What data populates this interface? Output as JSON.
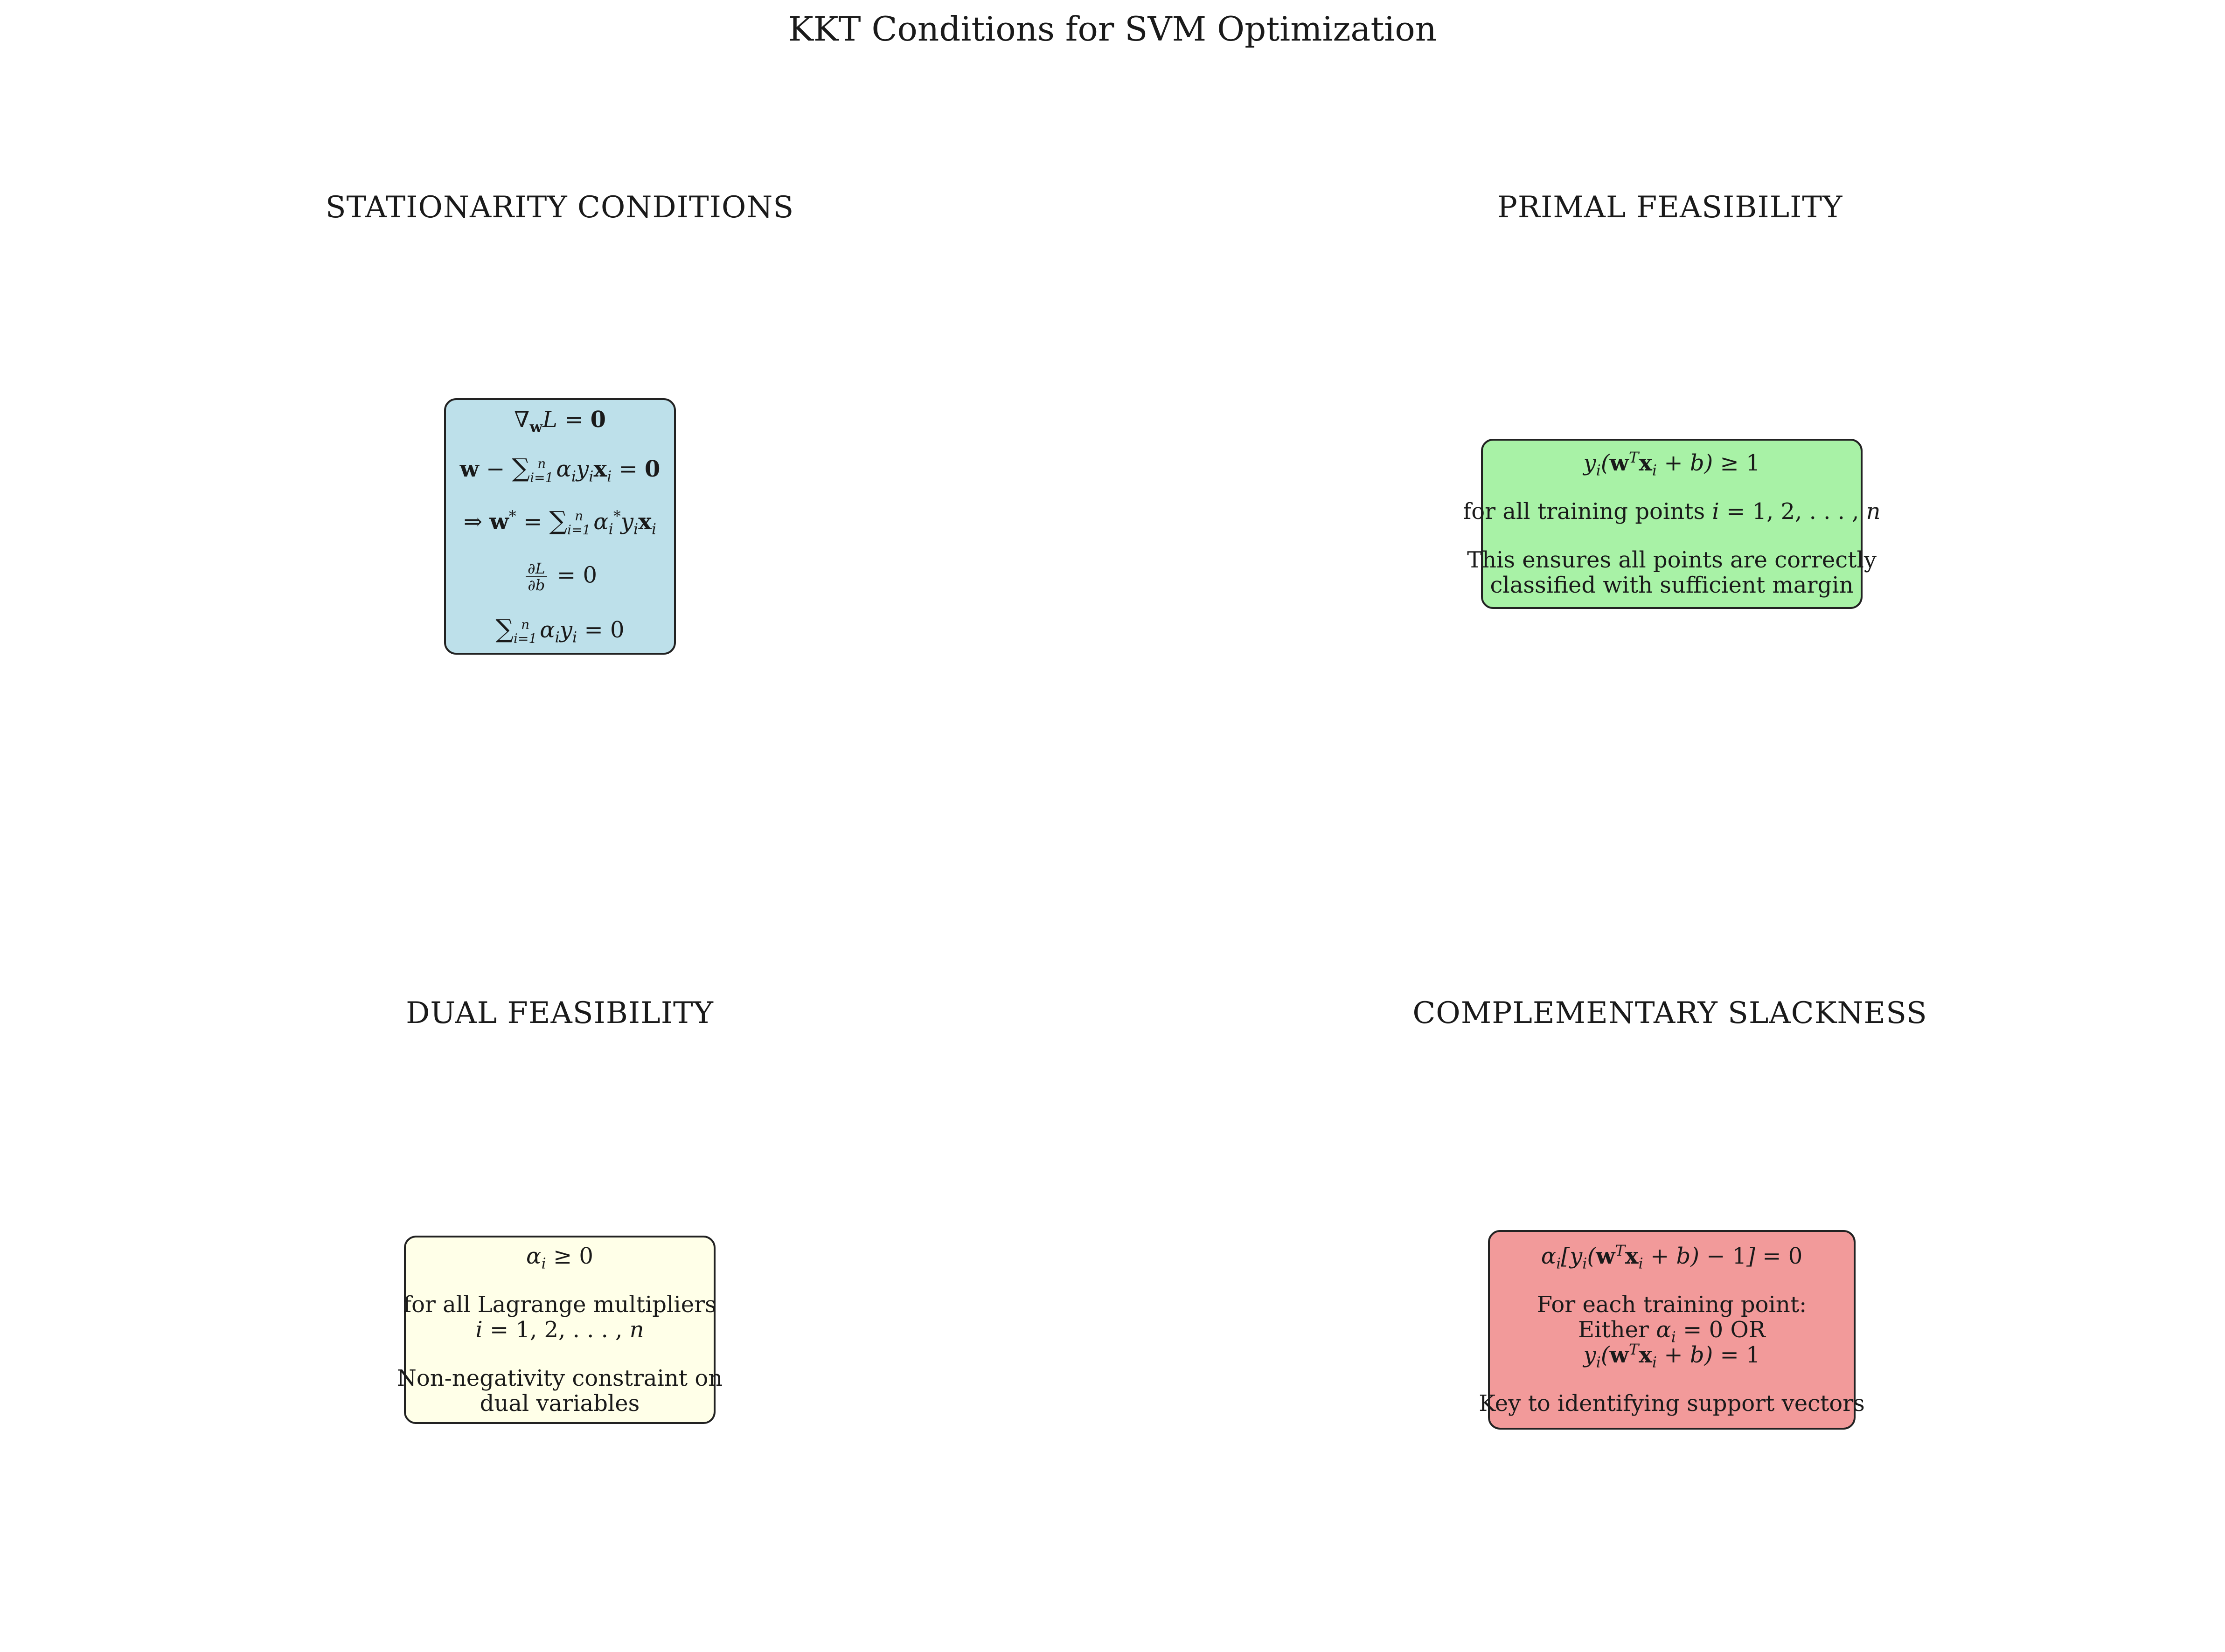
{
  "title": "KKT Conditions for SVM Optimization",
  "colors": {
    "stationarity": "#bde0ea",
    "primal": "#a8f2a6",
    "dual": "#ffffe8",
    "slackness": "#f29a9a"
  },
  "panels": {
    "stationarity": {
      "title": "STATIONARITY CONDITIONS",
      "eq_grad_w": "∇wL = 0",
      "eq_w_minus_sum": "w − Σⁿᵢ₌₁ αᵢyᵢxᵢ = 0",
      "eq_w_star": "⇒ w* = Σⁿᵢ₌₁ αᵢ*yᵢxᵢ",
      "eq_dL_db": "∂L/∂b = 0",
      "eq_sum_alpha_y": "Σⁿᵢ₌₁ αᵢyᵢ = 0"
    },
    "primal": {
      "title": "PRIMAL FEASIBILITY",
      "eq": "yᵢ(wᵀxᵢ + b) ≥ 1",
      "note_1": "for all training points i = 1, 2, . . . , n",
      "desc_1": "This ensures all points are correctly",
      "desc_2": "classified with sufficient margin"
    },
    "dual": {
      "title": "DUAL FEASIBILITY",
      "eq": "αᵢ ≥ 0",
      "note_1": "for all Lagrange multipliers",
      "note_2": "i = 1, 2, . . . , n",
      "desc_1": "Non-negativity constraint on",
      "desc_2": "dual variables"
    },
    "slackness": {
      "title": "COMPLEMENTARY SLACKNESS",
      "eq": "αᵢ[yᵢ(wᵀxᵢ + b) − 1] = 0",
      "note_1": "For each training point:",
      "note_2": "Either αᵢ = 0 OR",
      "note_3": "yᵢ(wᵀxᵢ + b) = 1",
      "desc_1": "Key to identifying support vectors"
    }
  }
}
